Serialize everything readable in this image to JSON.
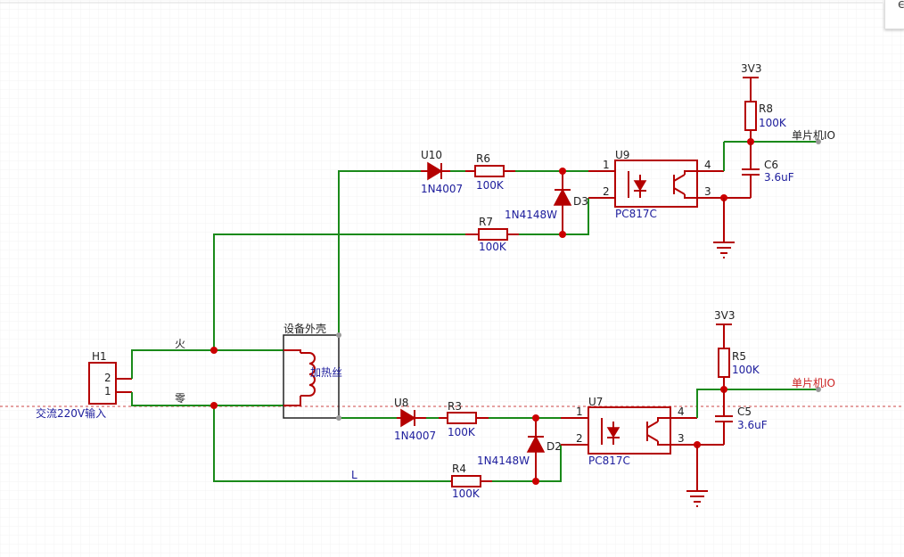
{
  "connector": {
    "ref": "H1",
    "pin_top": "2",
    "pin_bottom": "1",
    "desc": "交流220V输入"
  },
  "nets": {
    "live": "火",
    "neutral": "零",
    "line": "L"
  },
  "heater": {
    "box_label": "设备外壳",
    "coil_label": "加热丝"
  },
  "upper": {
    "diode": {
      "ref": "U10",
      "value": "1N4007"
    },
    "r_series": {
      "ref": "R6",
      "value": "100K"
    },
    "r_return": {
      "ref": "R7",
      "value": "100K"
    },
    "clamp": {
      "ref": "D3",
      "value": "1N4148W"
    },
    "opto": {
      "ref": "U9",
      "value": "PC817C",
      "pin1": "1",
      "pin2": "2",
      "pin3": "3",
      "pin4": "4"
    },
    "pullup": {
      "ref": "R8",
      "value": "100K"
    },
    "cap": {
      "ref": "C6",
      "value": "3.6uF"
    },
    "supply": "3V3",
    "io": "单片机IO"
  },
  "lower": {
    "diode": {
      "ref": "U8",
      "value": "1N4007"
    },
    "r_series": {
      "ref": "R3",
      "value": "100K"
    },
    "r_return": {
      "ref": "R4",
      "value": "100K"
    },
    "clamp": {
      "ref": "D2",
      "value": "1N4148W"
    },
    "opto": {
      "ref": "U7",
      "value": "PC817C",
      "pin1": "1",
      "pin2": "2",
      "pin3": "3",
      "pin4": "4"
    },
    "pullup": {
      "ref": "R5",
      "value": "100K"
    },
    "cap": {
      "ref": "C5",
      "value": "3.6uF"
    },
    "supply": "3V3",
    "io": "单片机IO"
  },
  "colors": {
    "wire": "#1a8a1a",
    "component": "#b40000",
    "junction": "#cc0000",
    "label": "#1c1c9c",
    "io_highlight": "#cc2222",
    "grid": "#f2f2f2",
    "guide": "#cc0000"
  }
}
